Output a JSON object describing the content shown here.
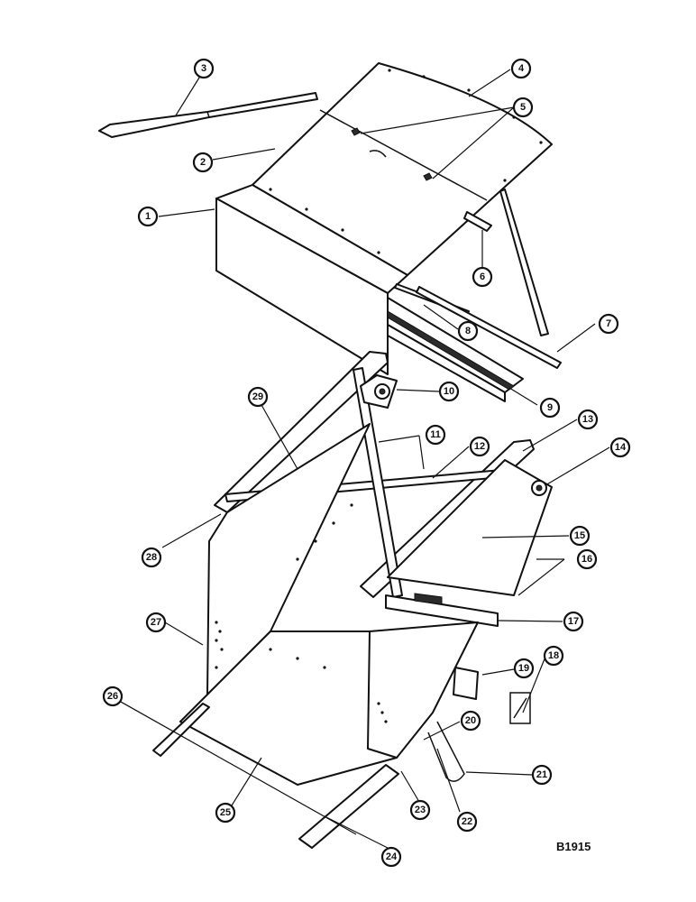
{
  "figure_code": "B1915",
  "callouts": [
    "1",
    "2",
    "3",
    "4",
    "5",
    "6",
    "7",
    "8",
    "9",
    "10",
    "11",
    "12",
    "13",
    "14",
    "15",
    "16",
    "17",
    "18",
    "19",
    "20",
    "21",
    "22",
    "23",
    "24",
    "25",
    "26",
    "27",
    "28",
    "29"
  ]
}
